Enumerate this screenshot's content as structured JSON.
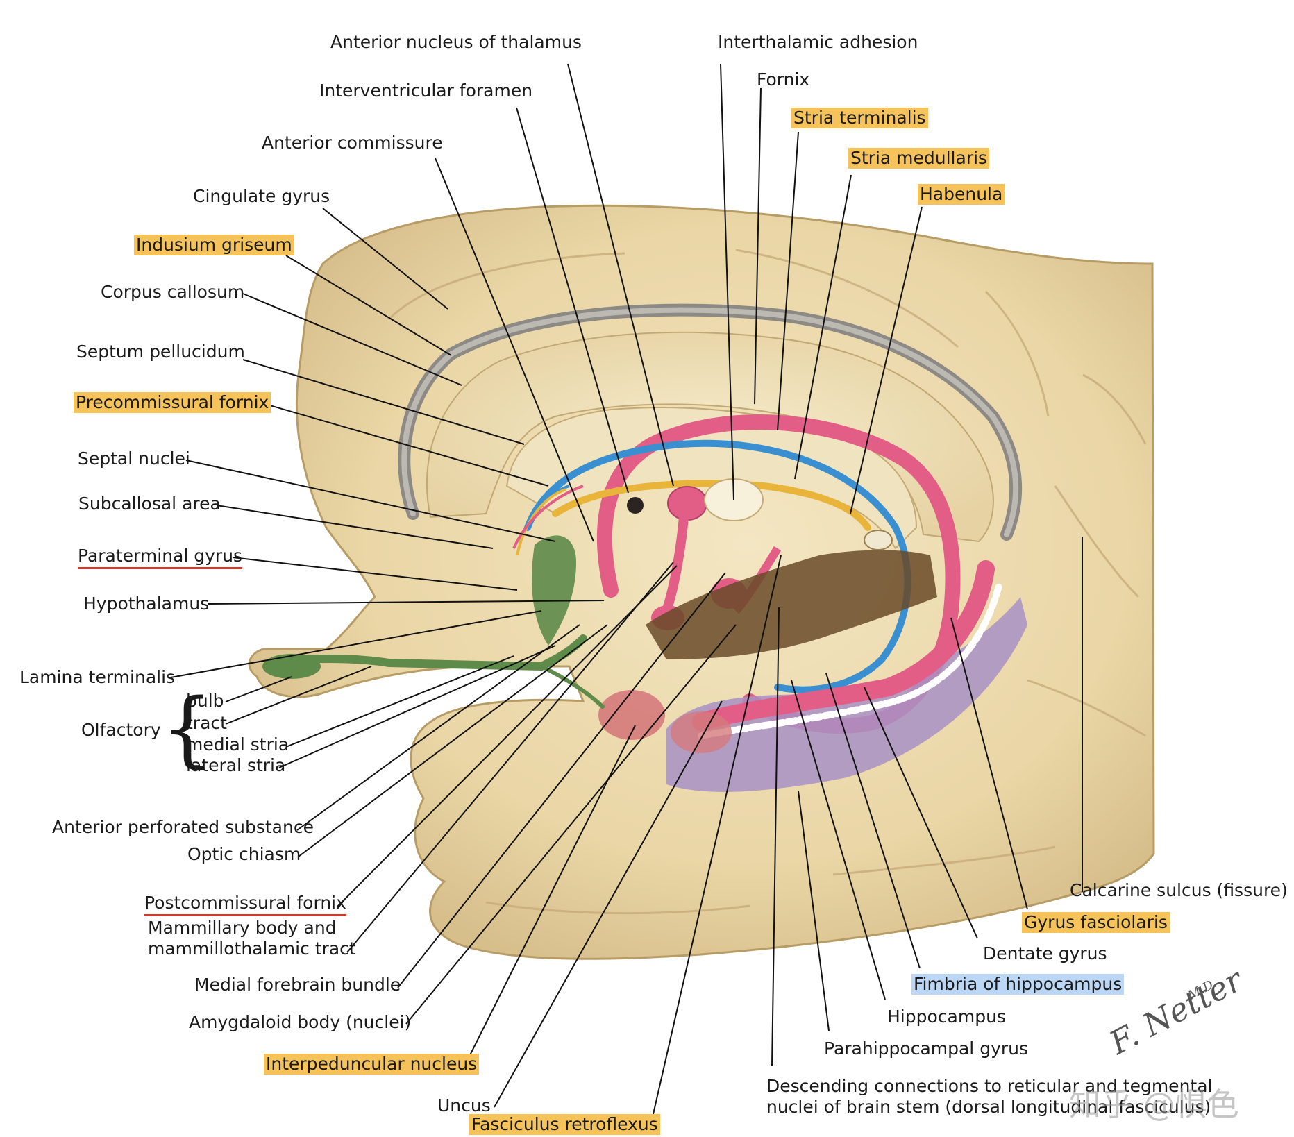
{
  "labels": {
    "anterior_nucleus_thalamus": "Anterior nucleus of thalamus",
    "interventricular_foramen": "Interventricular foramen",
    "anterior_commissure": "Anterior commissure",
    "cingulate_gyrus": "Cingulate gyrus",
    "indusium_griseum": "Indusium griseum",
    "corpus_callosum": "Corpus callosum",
    "septum_pellucidum": "Septum pellucidum",
    "precommissural_fornix": "Precommissural fornix",
    "septal_nuclei": "Septal nuclei",
    "subcallosal_area": "Subcallosal area",
    "paraterminal_gyrus": "Paraterminal gyrus",
    "hypothalamus": "Hypothalamus",
    "lamina_terminalis": "Lamina terminalis",
    "olfactory": "Olfactory",
    "olf_bulb": "bulb",
    "olf_tract": "tract",
    "olf_medial_stria": "medial stria",
    "olf_lateral_stria": "lateral stria",
    "anterior_perforated_substance": "Anterior perforated substance",
    "optic_chiasm": "Optic chiasm",
    "postcommissural_fornix": "Postcommissural fornix",
    "mammillary_body_1": "Mammillary body and",
    "mammillary_body_2": "mammillothalamic tract",
    "medial_forebrain_bundle": "Medial forebrain bundle",
    "amygdaloid_body": "Amygdaloid body (nuclei)",
    "interpeduncular_nucleus": "Interpeduncular nucleus",
    "uncus": "Uncus",
    "fasciculus_retroflexus": "Fasciculus retroflexus",
    "interthalamic_adhesion": "Interthalamic adhesion",
    "fornix": "Fornix",
    "stria_terminalis": "Stria terminalis",
    "stria_medullaris": "Stria medullaris",
    "habenula": "Habenula",
    "calcarine_sulcus": "Calcarine sulcus (fissure)",
    "gyrus_fasciolaris": "Gyrus fasciolaris",
    "dentate_gyrus": "Dentate gyrus",
    "fimbria_hippocampus": "Fimbria of hippocampus",
    "hippocampus": "Hippocampus",
    "parahippocampal_gyrus": "Parahippocampal gyrus",
    "descending_connections_1": "Descending connections to reticular and tegmental",
    "descending_connections_2": "nuclei of brain stem (dorsal longitudinal fasciculus)"
  },
  "signature": {
    "name": "F. Netter",
    "suffix": "M.D."
  },
  "watermark": "知乎 @惧色",
  "colors": {
    "brain": "#eddcb0",
    "brain_shadow": "#cdb684",
    "fornix": "#e25e86",
    "stria_terminalis": "#3a8fd0",
    "stria_medullaris": "#e8b43a",
    "olfactory_green": "#5e8a4a",
    "hippocampus_purple": "#a890c4",
    "dark_brown": "#6a4a28",
    "highlight_yellow": "#f6c35a",
    "highlight_blue": "#bcd7f5",
    "underline_red": "#d23a2a"
  }
}
